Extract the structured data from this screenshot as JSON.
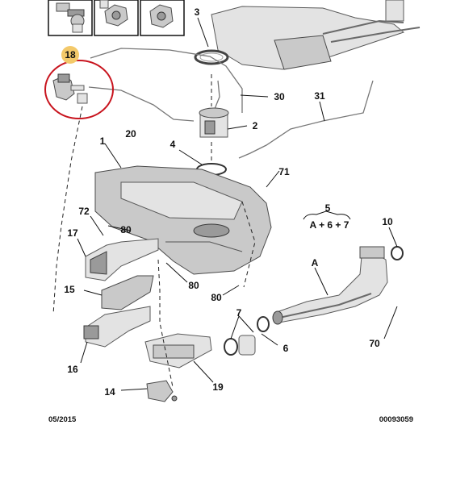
{
  "callouts": {
    "c1": "1",
    "c2": "2",
    "c3": "3",
    "c4": "4",
    "c5": "5",
    "c5_formula": "A + 6 + 7",
    "c6": "6",
    "c7": "7",
    "c10": "10",
    "c14": "14",
    "c15": "15",
    "c16": "16",
    "c17": "17",
    "c18": "18",
    "c19": "19",
    "c20": "20",
    "c30": "30",
    "c31": "31",
    "c70": "70",
    "c71": "71",
    "c72": "72",
    "c80a": "80",
    "c80b": "80",
    "c80c": "80",
    "cA": "A"
  },
  "footer": {
    "date": "05/2015",
    "reference": "00093059"
  },
  "colors": {
    "highlight_circle": "#c8141e",
    "badge": "#f3c96a",
    "part_fill": "#c9c9c9"
  }
}
